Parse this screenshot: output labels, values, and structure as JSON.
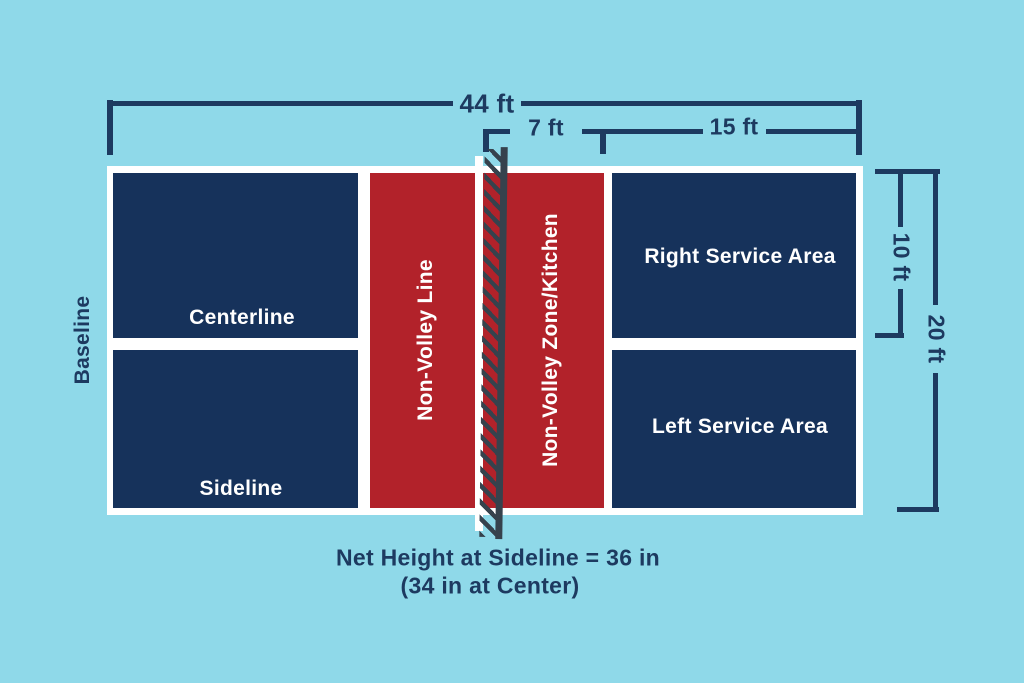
{
  "diagram": {
    "title": "pickleball-court-dimensions",
    "background_color": "#8FD9E9",
    "court_fill": "#16325B",
    "kitchen_fill": "#B2222A",
    "boundary_color": "#FFFFFF",
    "net_color": "#36424D",
    "annotation_color": "#1D3A60"
  },
  "measurements": {
    "overall_length": "44 ft",
    "kitchen_depth": "7 ft",
    "service_area_length": "15 ft",
    "half_court_width": "10 ft",
    "court_width": "20 ft"
  },
  "labels": {
    "baseline": "Baseline",
    "centerline": "Centerline",
    "sideline": "Sideline",
    "non_volley_line": "Non-Volley Line",
    "non_volley_zone": "Non-Volley Zone/Kitchen",
    "right_service_area": "Right Service Area",
    "left_service_area": "Left Service Area"
  },
  "caption": {
    "line1": "Net Height at Sideline = 36 in",
    "line2": "(34 in at Center)"
  }
}
